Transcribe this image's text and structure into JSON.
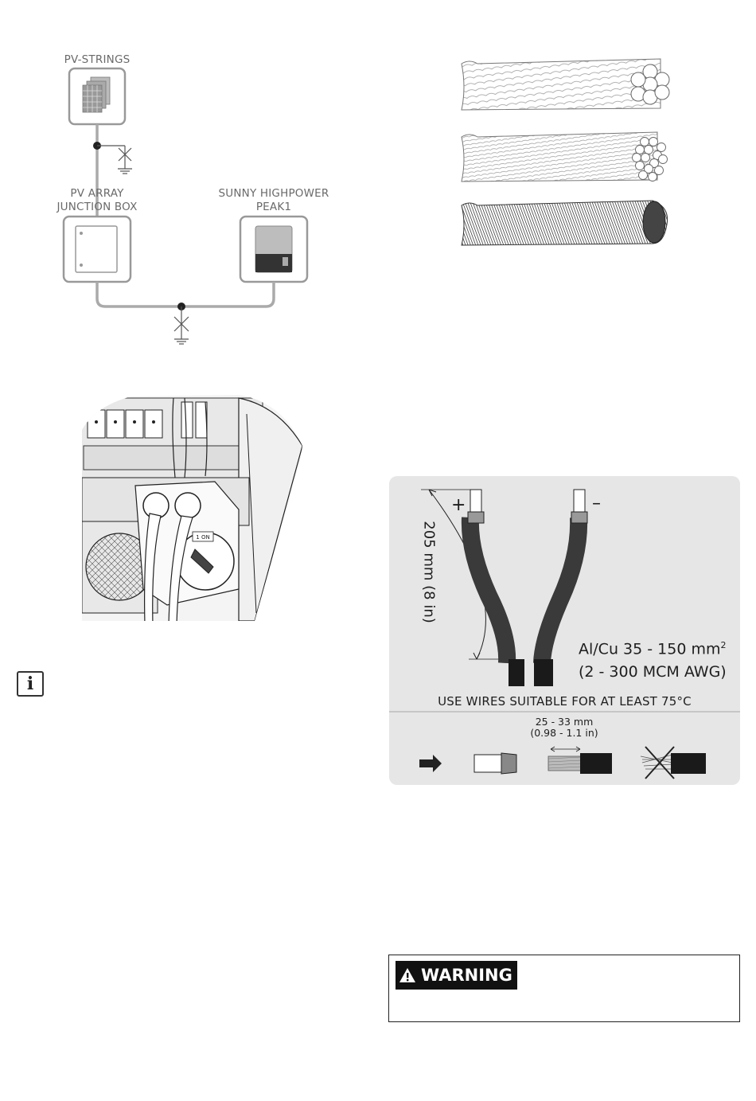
{
  "grounding_diagram": {
    "pv_strings_label": "PV-STRINGS",
    "junction_box_label_line1": "PV ARRAY",
    "junction_box_label_line2": "JUNCTION BOX",
    "inverter_label_line1": "SUNNY HIGHPOWER",
    "inverter_label_line2": "PEAK1"
  },
  "inverter_photo": {
    "switch_label": "1 ON"
  },
  "info_icon": {
    "glyph": "i"
  },
  "cable_panel": {
    "plus_sign": "+",
    "minus_sign": "–",
    "length_label": "205 mm (8 in)",
    "cross_section_label": "Al/Cu 35 - 150 mm",
    "cross_section_superscript": "2",
    "awg_label": "(2 - 300 MCM AWG)",
    "temperature_note": "USE WIRES SUITABLE FOR AT LEAST 75°C",
    "strip_length_mm": "25 - 33 mm",
    "strip_length_in": "(0.98 - 1.1 in)",
    "colors": {
      "background": "#e6e6e6",
      "cable": "#3a3a3a",
      "insulation_end": "#1a1a1a"
    }
  },
  "warning": {
    "label": "WARNING",
    "icon": "warning-triangle-icon"
  }
}
